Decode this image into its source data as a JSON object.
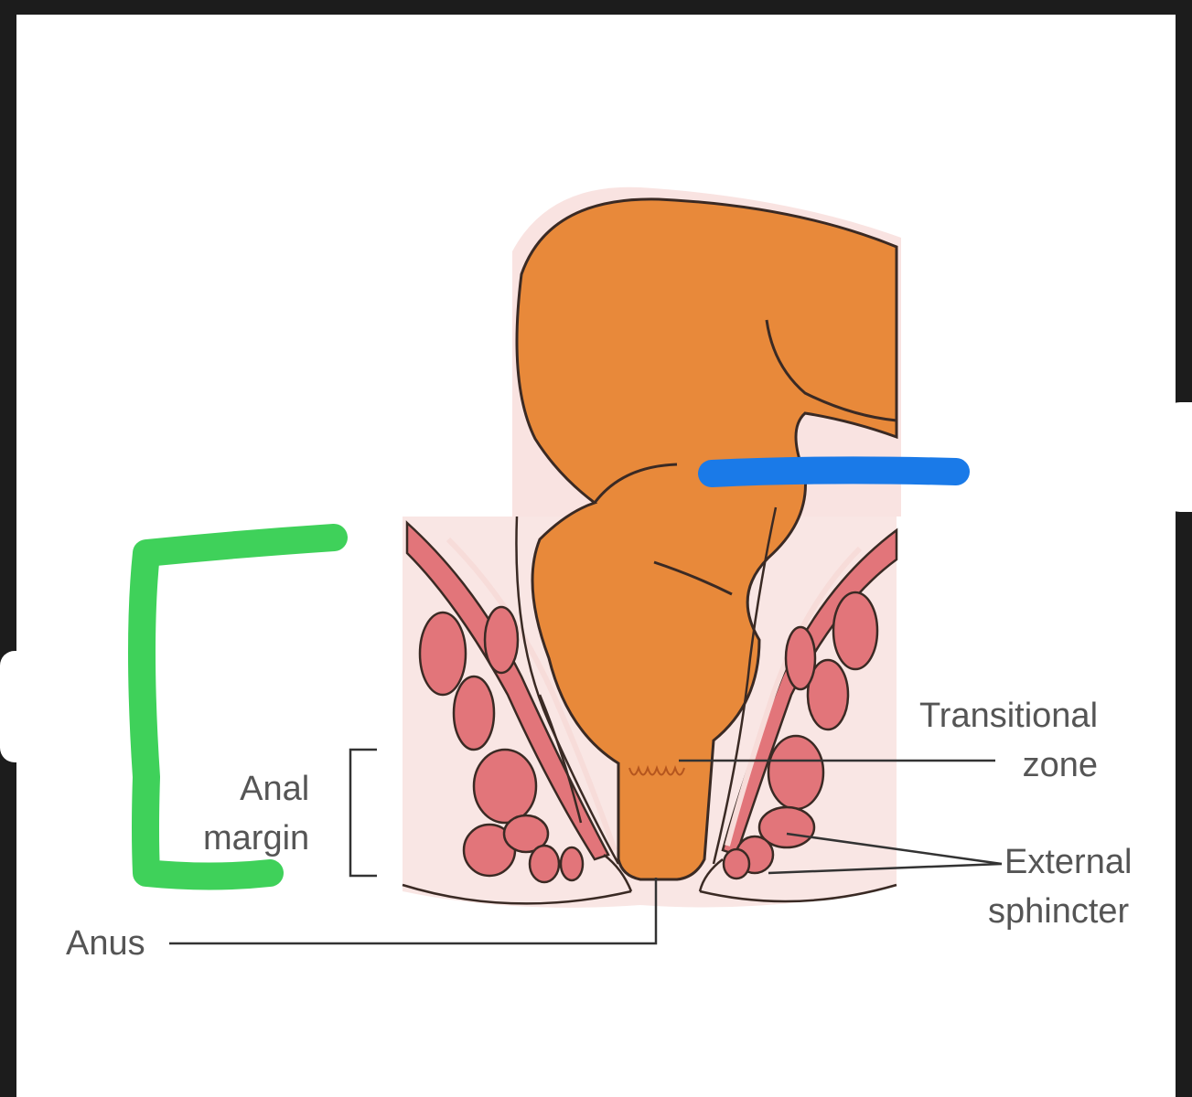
{
  "labels": {
    "transitional_zone": [
      "Transitional",
      "zone"
    ],
    "anal_margin": [
      "Anal",
      "margin"
    ],
    "external_sphincter": [
      "External",
      "sphincter"
    ],
    "anus": "Anus"
  },
  "colors": {
    "lumen": "#e8893a",
    "muscle": "#e2757a",
    "tissue": "#f7dcd9",
    "outline": "#3a2a24",
    "label_text": "#555555",
    "green_annotation": "#3fd15a",
    "blue_annotation": "#1a7ae8"
  }
}
